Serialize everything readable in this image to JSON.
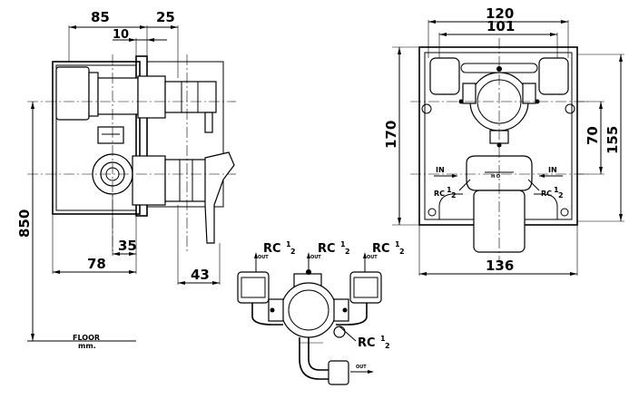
{
  "side_view": {
    "dims": {
      "d85": "85",
      "d25": "25",
      "d10": "10",
      "d850": "850",
      "d35": "35",
      "d78": "78",
      "d43": "43"
    },
    "floor": {
      "line1": "FLOOR",
      "line2": "mm."
    }
  },
  "front_view": {
    "dims": {
      "d120": "120",
      "d101": "101",
      "d170": "170",
      "d70": "70",
      "d155": "155",
      "d136": "136"
    },
    "in_left": "IN",
    "in_right": "IN",
    "rc_left": "RC",
    "rc_right": "RC",
    "fraction_num": "1",
    "fraction_den": "2"
  },
  "valve_body": {
    "rc_label": "RC",
    "out_label": "OUT",
    "fraction_num": "1",
    "fraction_den": "2"
  }
}
